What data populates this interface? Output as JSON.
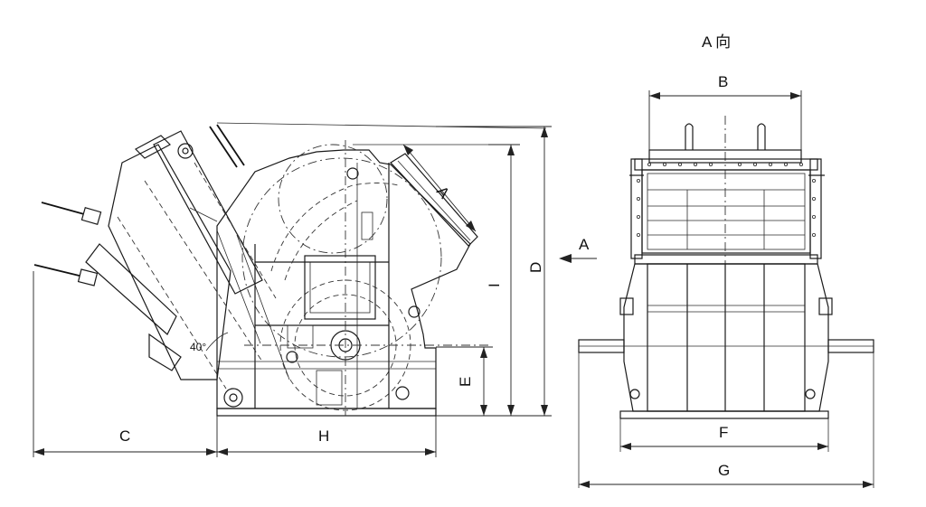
{
  "view_title": "A 向",
  "angle_label": "40°",
  "dimensions": {
    "A": "A",
    "B": "B",
    "C": "C",
    "D": "D",
    "E": "E",
    "F": "F",
    "G": "G",
    "H": "H",
    "I": "I"
  },
  "view_arrow": "A"
}
